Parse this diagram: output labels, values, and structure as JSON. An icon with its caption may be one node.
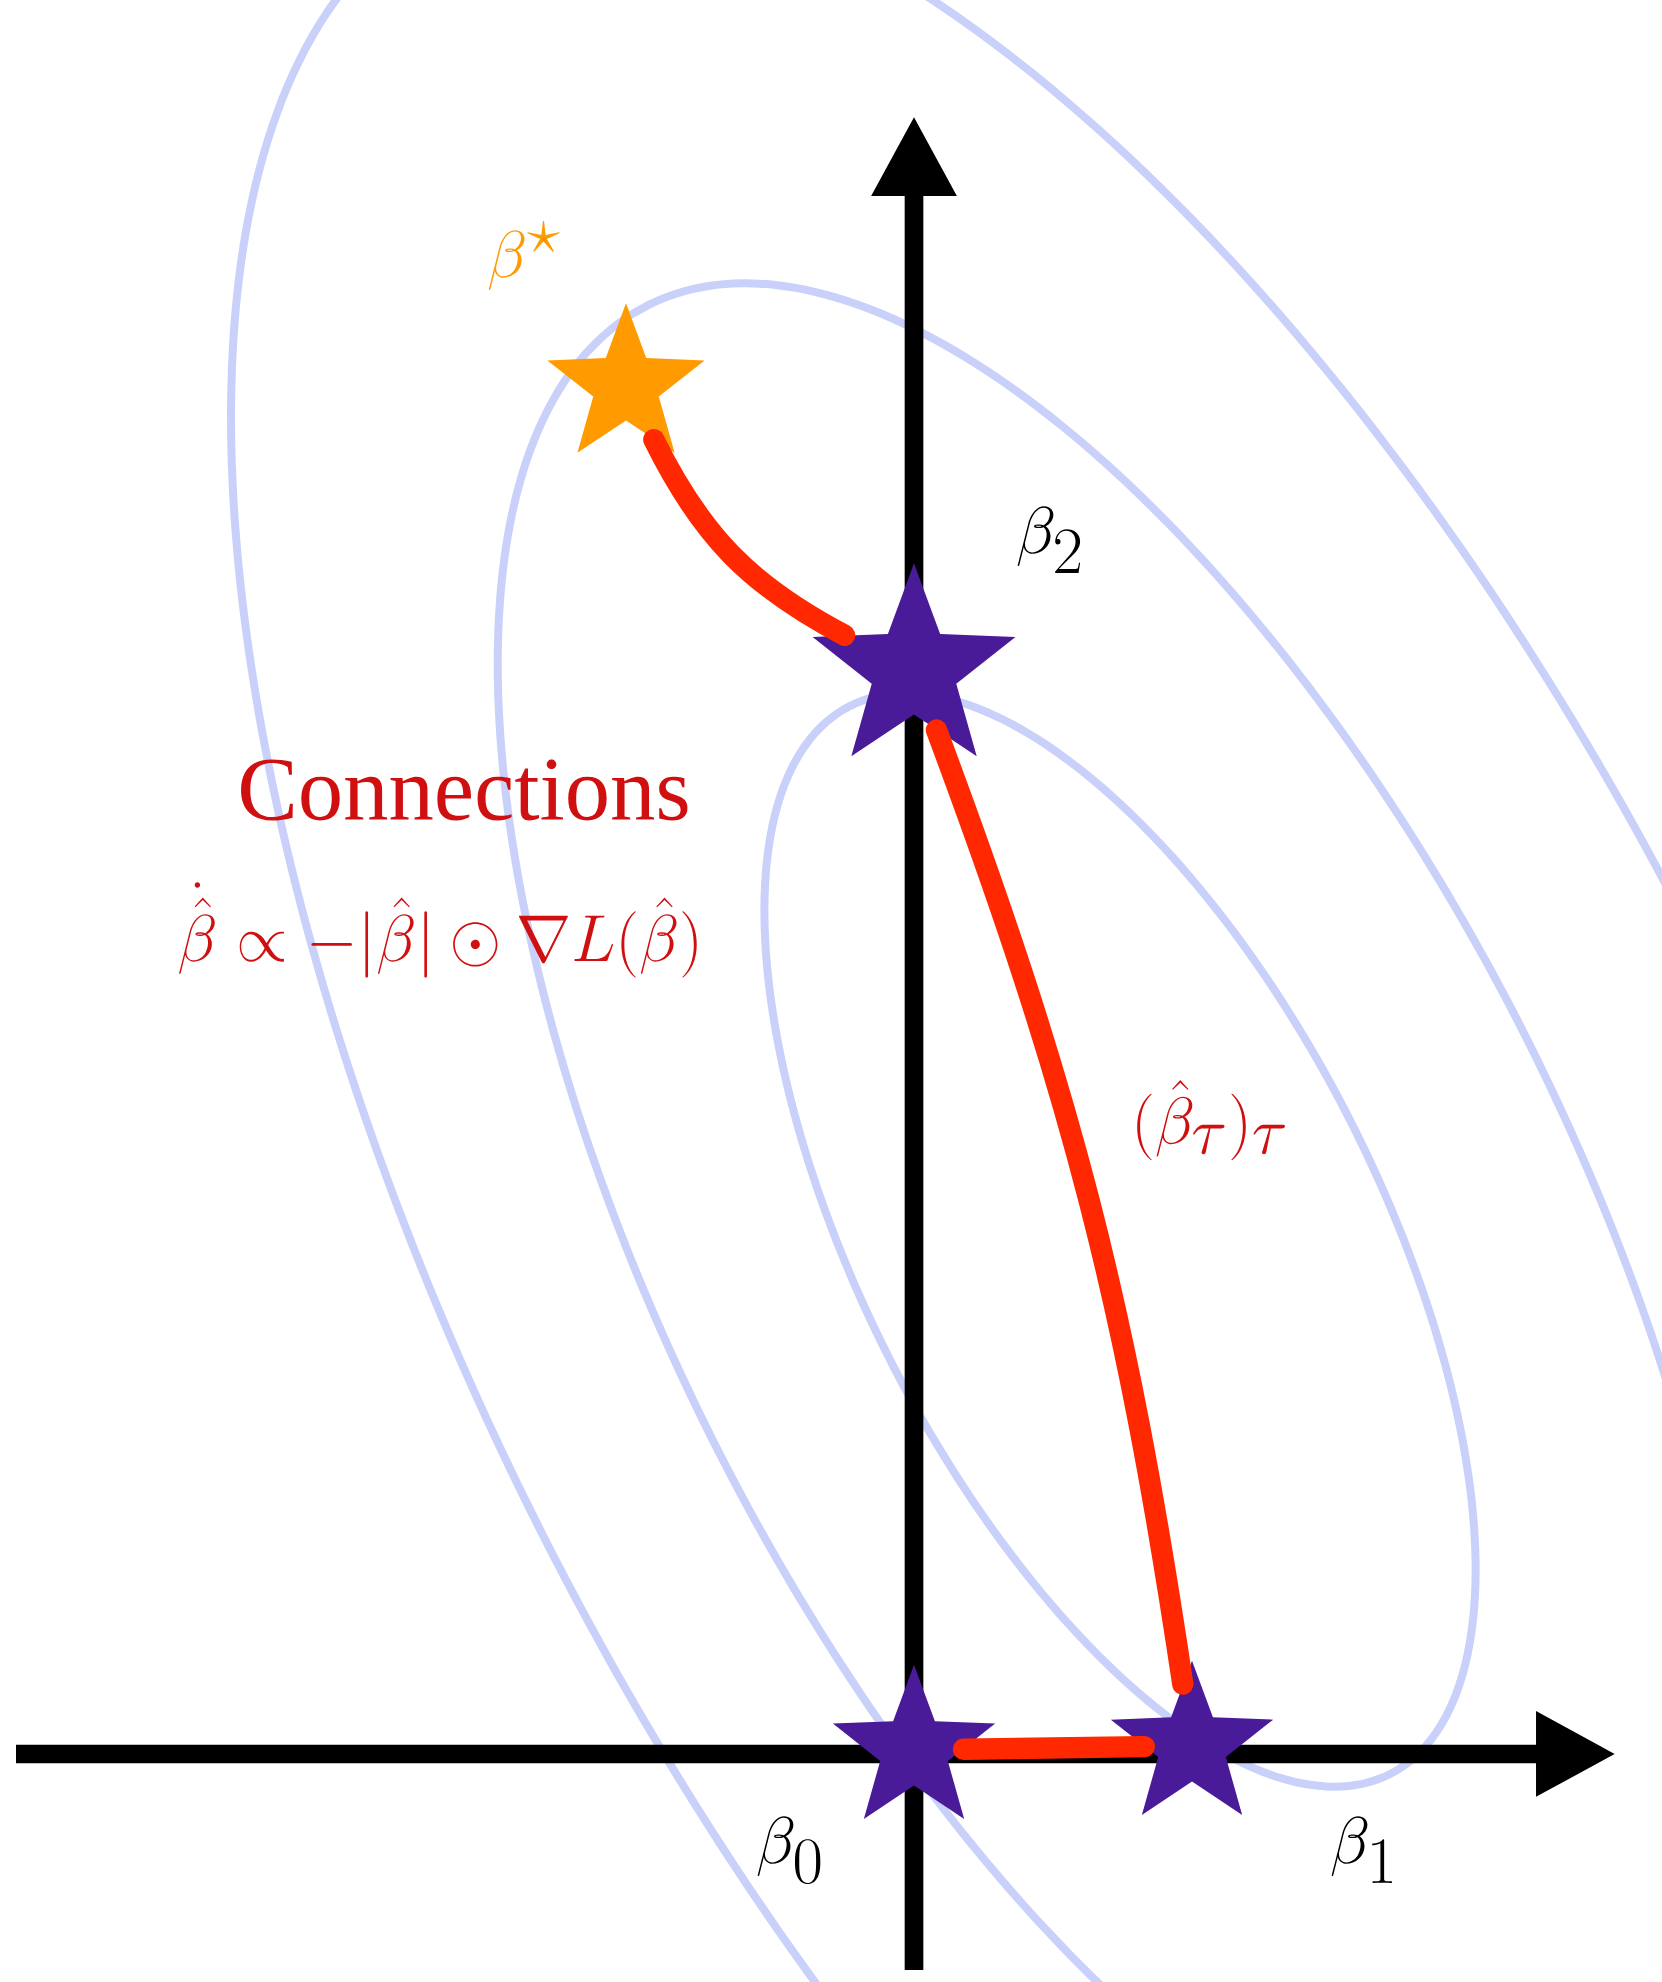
{
  "diagram": {
    "nodes": [
      {
        "text": [],
        "shape": "star",
        "beside": [
          "\\beta^\\star"
        ]
      },
      {
        "text": [],
        "shape": "star",
        "beside": [
          "\\beta_2"
        ]
      },
      {
        "text": [],
        "shape": "star",
        "beside": [
          "\\beta_0"
        ]
      },
      {
        "text": [],
        "shape": "star",
        "beside": [
          "\\beta_1"
        ]
      }
    ],
    "edges": [
      {
        "from": 2,
        "to": 3,
        "arrow": "none"
      },
      {
        "from": 3,
        "to": 1,
        "arrow": "none",
        "label": "(\\hat{\\beta}_\\tau)_\\tau"
      },
      {
        "from": 1,
        "to": 0,
        "arrow": "none"
      }
    ],
    "labels": [
      "Connections",
      "\\dot{\\hat{\\beta}} \\propto -|\\hat{\\beta}| \\odot \\nabla L(\\hat{\\beta})"
    ]
  }
}
